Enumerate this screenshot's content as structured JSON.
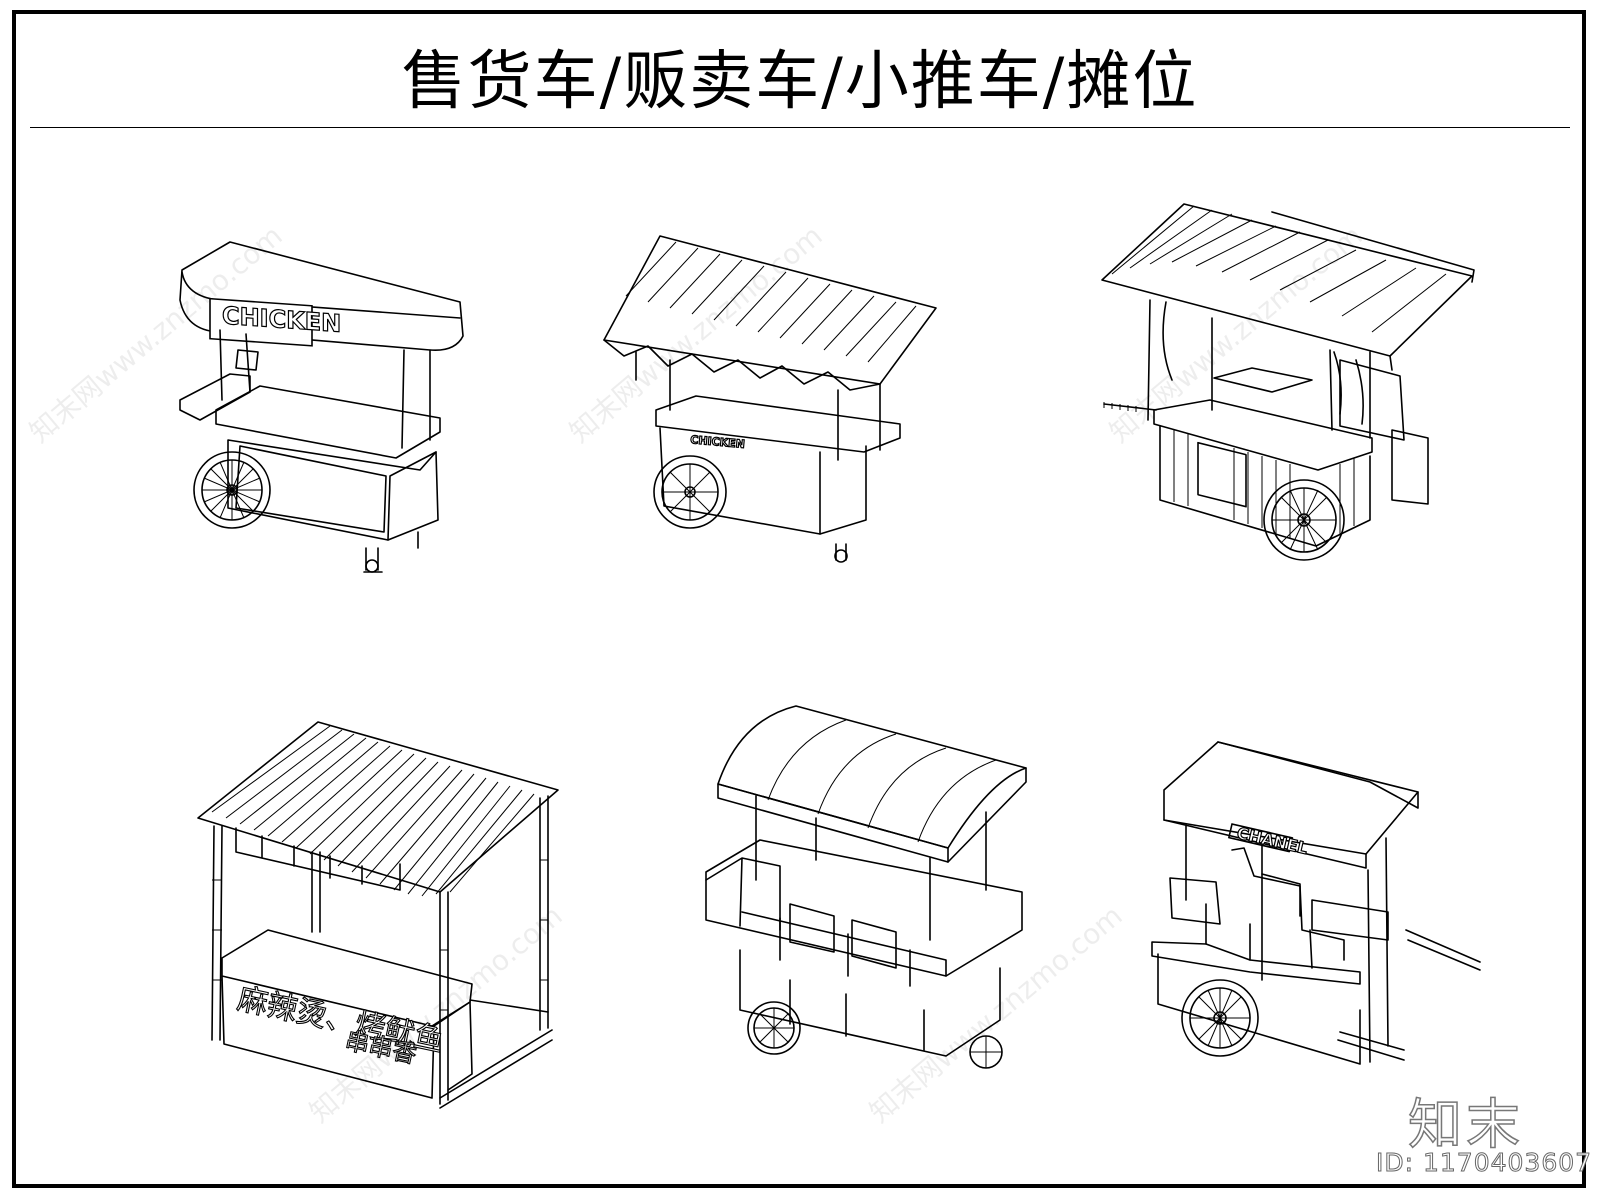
{
  "title": "售货车/贩卖车/小推车/摊位",
  "carts": [
    {
      "sign": "CHICKEN"
    },
    {
      "sign": "CHICKEN"
    },
    {
      "sign": ""
    },
    {
      "sign_line1": "麻辣烫、烤鱿鱼",
      "sign_line2": "串串香"
    },
    {
      "sign": ""
    },
    {
      "sign": "CHANEL"
    }
  ],
  "brand_mark": "知末",
  "image_id": "ID: 1170403607",
  "watermark": "知末网www.znzmo.com"
}
